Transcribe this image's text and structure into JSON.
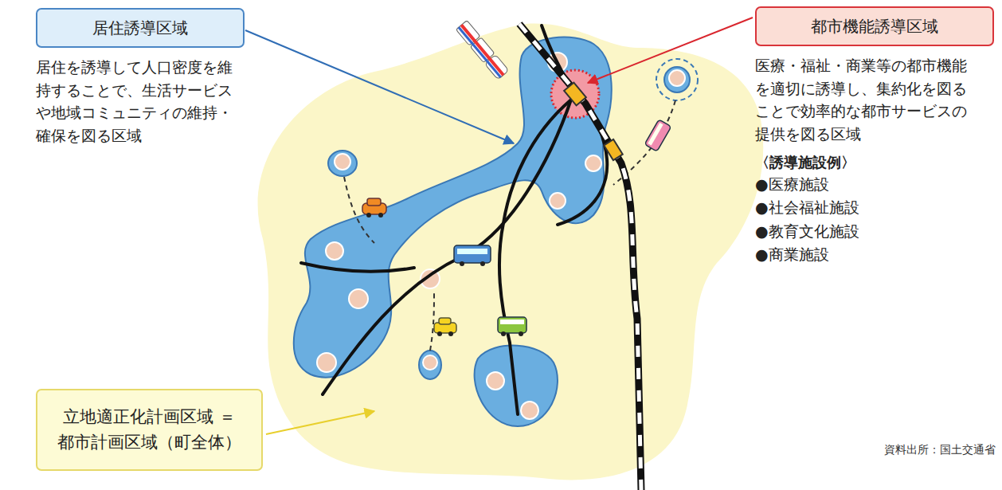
{
  "diagram": {
    "nodes": [
      {
        "text": [
          "居住誘導区域",
          "居住を誘導して人口密度を維持することで、生活サービスや地域コミュニティの維持・確保を図る区域"
        ]
      },
      {
        "text": [
          "都市機能誘導区域",
          "医療・福祉・商業等の都市機能を適切に誘導し、集約化を図ることで効率的な都市サービスの提供を図る区域",
          "〈誘導施設例〉",
          "●医療施設",
          "●社会福祉施設",
          "●教育文化施設",
          "●商業施設"
        ]
      },
      {
        "text": [
          "立地適正化計画区域 ＝都市計画区域（町全体）"
        ]
      }
    ],
    "edges": [],
    "labels": [
      "資料出所：国土交通省"
    ]
  }
}
